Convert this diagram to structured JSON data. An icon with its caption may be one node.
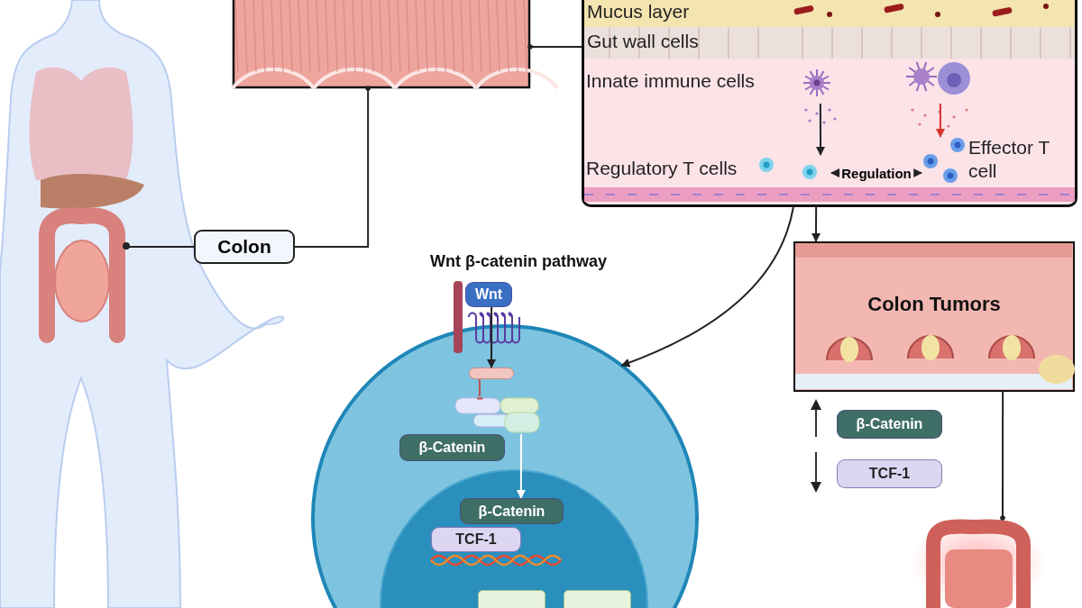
{
  "diagram": {
    "nodes": [
      {
        "text": [],
        "shape": "picture"
      },
      {
        "text": [
          "Colon"
        ]
      },
      {
        "text": [],
        "shape": "picture"
      },
      {
        "text": [],
        "shape": "box"
      },
      {
        "text": [
          "Mucus layer"
        ],
        "in": 3
      },
      {
        "text": [
          "Gut wall cells"
        ],
        "in": 3
      },
      {
        "text": [
          "Innate immune cells"
        ],
        "in": 3
      },
      {
        "text": [],
        "shape": "picture",
        "in": 3
      },
      {
        "text": [
          "Regulatory T cells"
        ],
        "in": 3
      },
      {
        "text": [
          "Effector T cell"
        ],
        "in": 3
      },
      {
        "text": [
          "Colon Tumors"
        ]
      },
      {
        "text": [
          "Wnt β-catenin pathway"
        ]
      },
      {
        "text": [
          "Wnt"
        ]
      },
      {
        "text": [],
        "shape": "bar",
        "in": 11
      },
      {
        "text": [],
        "shape": "picture",
        "in": 11
      },
      {
        "text": [
          "β-Catenin"
        ],
        "in": 11
      },
      {
        "text": [],
        "shape": "circle",
        "in": 11
      },
      {
        "text": [
          "β-Catenin"
        ],
        "in": 16
      },
      {
        "text": [
          "TCF-1"
        ],
        "in": 16
      },
      {
        "text": [],
        "shape": "box",
        "in": 16
      },
      {
        "text": [],
        "shape": "box",
        "in": 16
      },
      {
        "text": [
          "β-Catenin"
        ]
      },
      {
        "text": [
          "TCF-1"
        ]
      },
      {
        "text": [],
        "shape": "picture"
      }
    ],
    "edges": [
      {
        "from": 1,
        "to": 0,
        "arrow": "other"
      },
      {
        "from": 1,
        "to": 2,
        "arrow": "other"
      },
      {
        "from": 2,
        "to": 3,
        "arrow": "other"
      },
      {
        "from": 6,
        "to": 8,
        "arrow": "to"
      },
      {
        "from": 7,
        "to": 9,
        "arrow": "to",
        "color": "#d9342b"
      },
      {
        "from": 8,
        "to": 9,
        "arrow": "both",
        "label": "Regulation"
      },
      {
        "from": 3,
        "to": 10,
        "arrow": "to"
      },
      {
        "from": 3,
        "to": 11,
        "arrow": "to"
      },
      {
        "from": 12,
        "to": 13,
        "arrow": "to"
      },
      {
        "from": 13,
        "to": 14,
        "arrow": "other",
        "color": "#c0504d"
      },
      {
        "from": 14,
        "to": 17,
        "arrow": "to",
        "color": "#ffffff"
      },
      {
        "from": 10,
        "to": 23,
        "arrow": "other"
      }
    ]
  }
}
